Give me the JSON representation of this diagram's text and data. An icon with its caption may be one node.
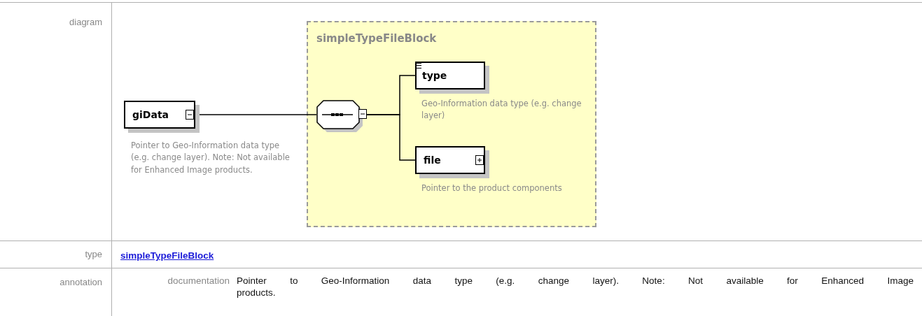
{
  "diagram": {
    "nodes": [
      {
        "text": [
          "giData"
        ],
        "beside": [
          "Pointer to Geo-Information data type (e.g. change layer). Note: Not available for Enhanced Image products."
        ]
      },
      {
        "text": [
          "simpleTypeFileBlock"
        ]
      },
      {
        "text": [],
        "shape": "octagon",
        "in": 1
      },
      {
        "text": [
          "type"
        ],
        "beside": [
          "Geo-Information data type (e.g. change layer)"
        ],
        "in": 1
      },
      {
        "text": [
          "file"
        ],
        "beside": [
          "Pointer to the product components"
        ],
        "in": 1
      }
    ],
    "edges": [
      {
        "from": 0,
        "to": 2,
        "arrow": "none"
      },
      {
        "from": 2,
        "to": 3,
        "arrow": "none"
      },
      {
        "from": 2,
        "to": 4,
        "arrow": "none"
      }
    ],
    "labels": [
      "diagram",
      "type",
      "simpleTypeFileBlock",
      "annotation",
      "documentation",
      "Pointer to Geo-Information data type (e.g. change layer). Note: Not available for Enhanced Image products."
    ]
  }
}
